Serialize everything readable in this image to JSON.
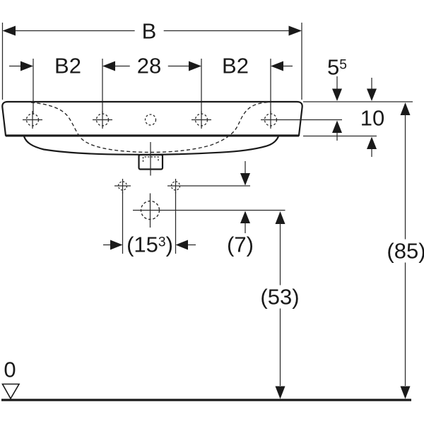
{
  "drawing_type": "washbasin-front-elevation-technical-drawing",
  "colors": {
    "line": "#1a1a1a",
    "background": "#ffffff"
  },
  "labels": {
    "width_total": "B",
    "width_left": "B2",
    "tap_hole_spacing": "28",
    "width_right": "B2",
    "rim_to_tap_base": "5",
    "rim_to_tap_sup": "5",
    "apron_height": "10",
    "floor_to_rim": "(85)",
    "fixing_hole_prefix": "(15",
    "fixing_hole_sup": "3",
    "fixing_hole_suffix": ")",
    "fixing_to_drain": "(7)",
    "floor_to_drain": "(53)",
    "datum_level": "0"
  }
}
